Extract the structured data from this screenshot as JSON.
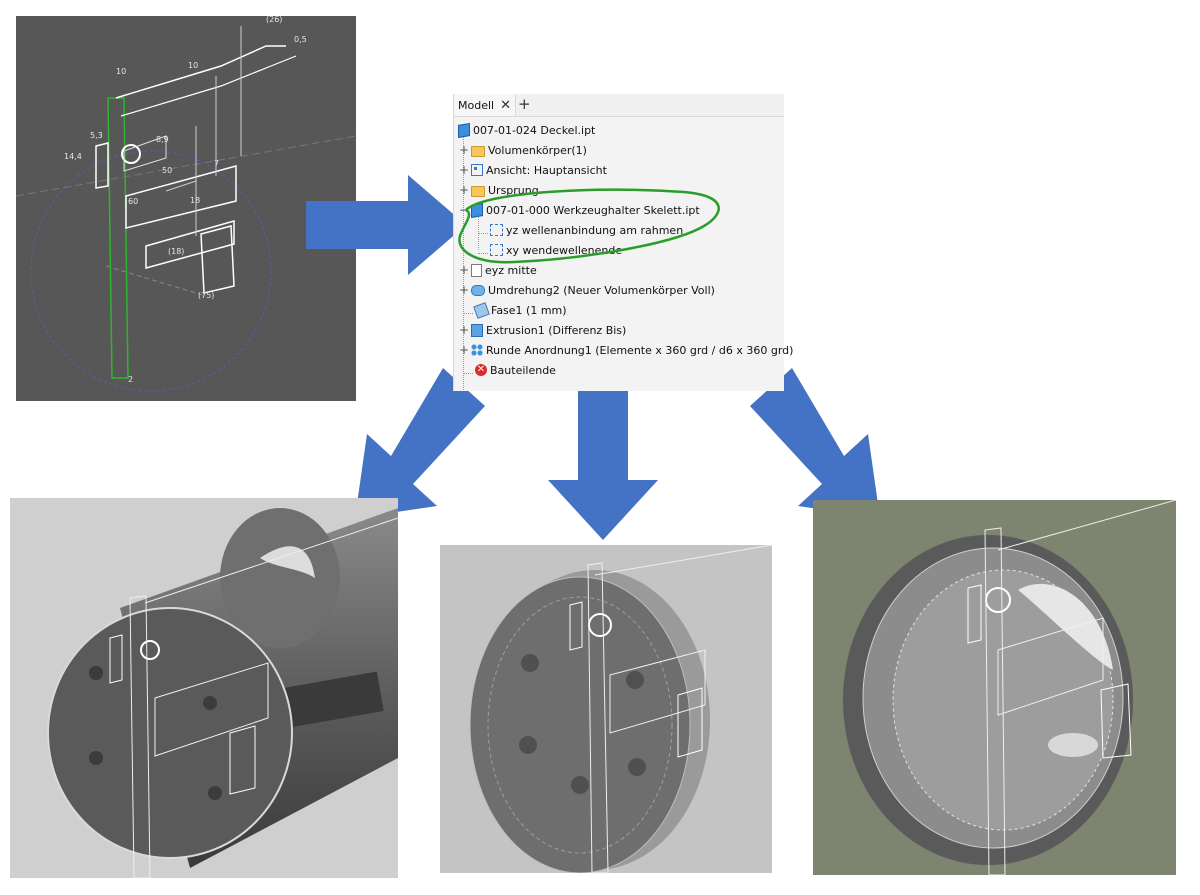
{
  "model_browser": {
    "tab_label": "Modell",
    "close_glyph": "✕",
    "add_glyph": "+",
    "items": [
      {
        "label": "007-01-024 Deckel.ipt",
        "icon": "part-icon"
      },
      {
        "label": "Volumenkörper(1)",
        "icon": "folder-icon"
      },
      {
        "label": "Ansicht: Hauptansicht",
        "icon": "view-icon"
      },
      {
        "label": "Ursprung",
        "icon": "folder-icon"
      },
      {
        "label": "007-01-000 Werkzeughalter Skelett.ipt",
        "icon": "derived-part-icon"
      },
      {
        "label": "yz wellenanbindung am rahmen",
        "icon": "work-plane-icon"
      },
      {
        "label": "xy wendewellenende",
        "icon": "work-plane-icon"
      },
      {
        "label": "eyz mitte",
        "icon": "sketch-icon"
      },
      {
        "label": "Umdrehung2 (Neuer Volumenkörper Voll)",
        "icon": "revolve-icon"
      },
      {
        "label": "Fase1 (1 mm)",
        "icon": "chamfer-icon"
      },
      {
        "label": "Extrusion1 (Differenz Bis)",
        "icon": "extrude-icon"
      },
      {
        "label": "Runde Anordnung1 (Elemente x 360 grd / d6 x 360 grd)",
        "icon": "circular-pattern-icon"
      },
      {
        "label": "Bauteilende",
        "icon": "end-of-part-icon"
      }
    ]
  },
  "sketch_dimensions": [
    "(26)",
    "0,5",
    "10",
    "10",
    "8,9",
    "5,3",
    "14,4",
    "50",
    "7",
    "60",
    "18",
    "(18)",
    "(75)",
    "2"
  ],
  "colors": {
    "arrow": "#4472c4",
    "highlight_circle": "#2a9d2a",
    "sketch_background": "#575757"
  }
}
